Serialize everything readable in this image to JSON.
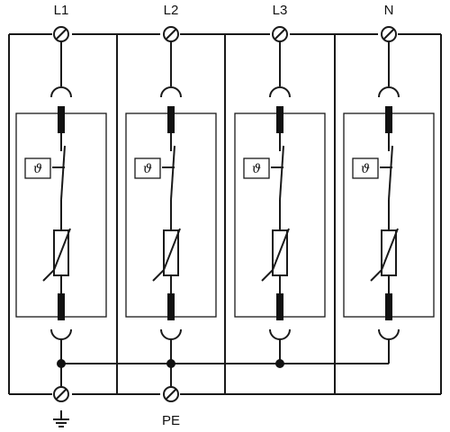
{
  "poles": [
    {
      "label": "L1",
      "thermal_symbol": "ϑ"
    },
    {
      "label": "L2",
      "thermal_symbol": "ϑ"
    },
    {
      "label": "L3",
      "thermal_symbol": "ϑ"
    },
    {
      "label": "N",
      "thermal_symbol": "ϑ"
    }
  ],
  "bottom_terminals": [
    {
      "label": "⏚",
      "icon": "ground-icon"
    },
    {
      "label": "PE"
    }
  ]
}
